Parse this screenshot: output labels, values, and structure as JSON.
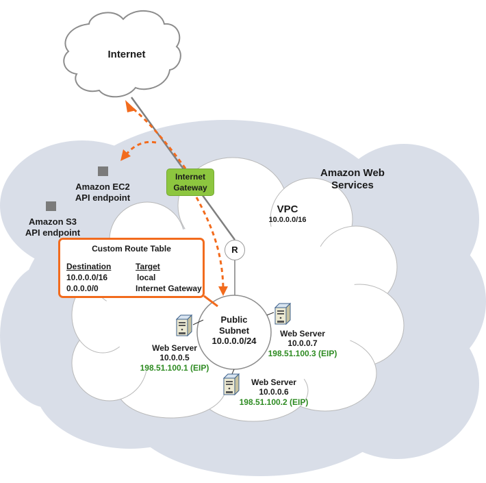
{
  "clouds": {
    "internet": {
      "label": "Internet"
    },
    "aws": {
      "label_line1": "Amazon Web",
      "label_line2": "Services"
    },
    "vpc": {
      "label": "VPC",
      "cidr": "10.0.0.0/16"
    }
  },
  "internet_gateway": {
    "line1": "Internet",
    "line2": "Gateway"
  },
  "router": {
    "label": "R"
  },
  "endpoints": [
    {
      "line1": "Amazon EC2",
      "line2": "API endpoint"
    },
    {
      "line1": "Amazon S3",
      "line2": "API endpoint"
    }
  ],
  "route_table": {
    "title": "Custom Route Table",
    "headers": {
      "destination": "Destination",
      "target": "Target"
    },
    "rows": [
      {
        "destination": "10.0.0.0/16",
        "target": "local"
      },
      {
        "destination": "0.0.0.0/0",
        "target": "Internet Gateway"
      }
    ]
  },
  "subnet": {
    "line1": "Public",
    "line2": "Subnet",
    "cidr": "10.0.0.0/24"
  },
  "servers": [
    {
      "name": "Web Server",
      "private_ip": "10.0.0.5",
      "eip": "198.51.100.1 (EIP)"
    },
    {
      "name": "Web Server",
      "private_ip": "10.0.0.6",
      "eip": "198.51.100.2 (EIP)"
    },
    {
      "name": "Web Server",
      "private_ip": "10.0.0.7",
      "eip": "198.51.100.3 (EIP)"
    }
  ],
  "colors": {
    "aws_cloud_fill": "#d9dee8",
    "internet_cloud_stroke": "#8c8c8c",
    "gateway_green": "#8dc63f",
    "route_arrow_orange": "#f26b1d",
    "eip_green": "#2e8b22",
    "connector_gray": "#7f7f7f"
  }
}
